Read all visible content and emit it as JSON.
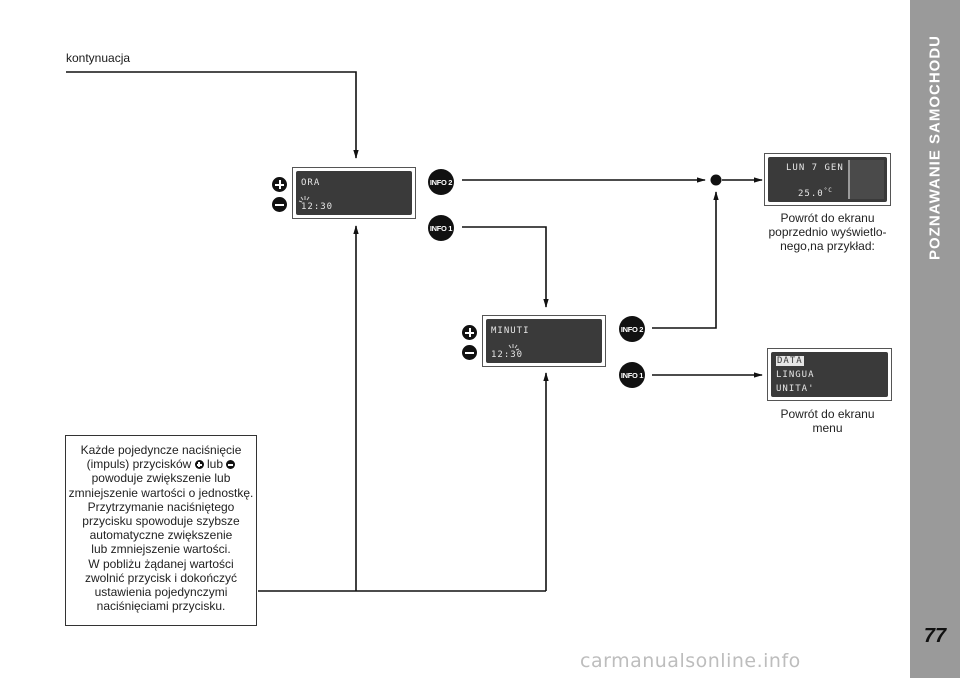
{
  "section_title": "POZNAWANIE SAMOCHODU",
  "page_number": "77",
  "watermark": "carmanualsonline.info",
  "continuation_label": "kontynuacja",
  "screens": {
    "ora": {
      "line1": "ORA",
      "line2": "12:30"
    },
    "minuti": {
      "line1": "MINUTI",
      "line2": "12:30"
    },
    "home": {
      "line1": "LUN 7 GEN",
      "line2": "25.0",
      "unit": "°C"
    },
    "menu": {
      "items": [
        "DATA",
        "LINGUA",
        "UNITA'"
      ]
    }
  },
  "buttons": {
    "info2": "INFO 2",
    "info1": "INFO 1"
  },
  "captions": {
    "home": [
      "Powrót do ekranu",
      "poprzednio wyświetlo-",
      "nego,na przykład:"
    ],
    "menu": [
      "Powrót do ekranu",
      "menu"
    ]
  },
  "note": {
    "line1": "Każde pojedyncze naciśnięcie",
    "line2_a": "(impuls) przycisków",
    "line2_b": "lub",
    "rest": [
      "powoduje zwiększenie lub",
      "zmniejszenie wartości o jednostkę.",
      "Przytrzymanie naciśniętego",
      "przycisku spowoduje szybsze",
      "automatyczne zwiększenie",
      "lub zmniejszenie wartości.",
      "W pobliżu żądanej wartości",
      "zwolnić przycisk i dokończyć",
      "ustawienia pojedynczymi",
      "naciśnięciami przycisku."
    ]
  }
}
